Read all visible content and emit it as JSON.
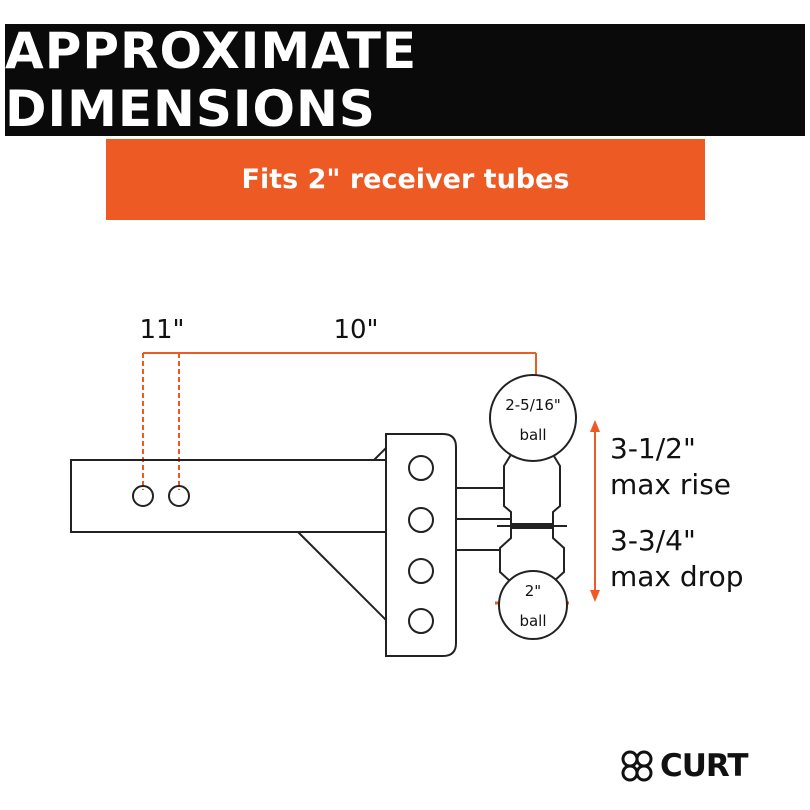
{
  "header": {
    "title": "APPROXIMATE DIMENSIONS",
    "subtitle": "Fits 2\" receiver tubes"
  },
  "dimensions": {
    "length_short": "11\"",
    "length_long": "10\"",
    "ball_top_size": "2-5/16\"",
    "ball_top_word": "ball",
    "ball_bottom_size": "2\"",
    "ball_bottom_word": "ball",
    "rise_value": "3-1/2\"",
    "rise_label": "max rise",
    "drop_value": "3-3/4\"",
    "drop_label": "max drop"
  },
  "logo": {
    "wordmark": "CURT"
  },
  "colors": {
    "accent": "#ee5a24",
    "header_bg": "#0a0a0a",
    "line": "#222222"
  }
}
